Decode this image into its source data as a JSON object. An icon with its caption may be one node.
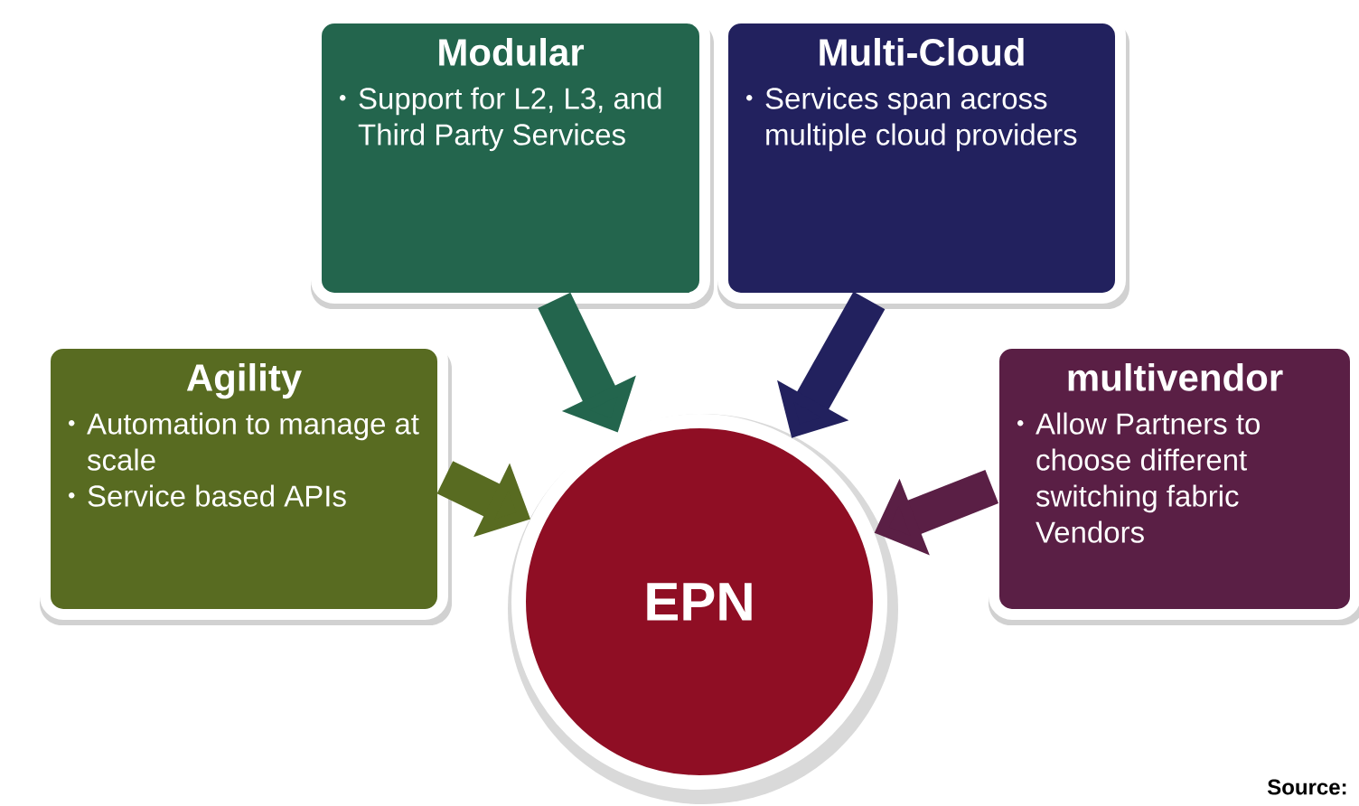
{
  "diagram": {
    "nodes": [
      {
        "text": [
          "Modular",
          "Support for L2, L3, and Third Party Services"
        ]
      },
      {
        "text": [
          "Multi-Cloud",
          "Services span across multiple cloud providers"
        ]
      },
      {
        "text": [
          "Agility",
          "Automation to manage at scale",
          "Service based APIs"
        ]
      },
      {
        "text": [
          "multivendor",
          "Allow Partners to choose different switching fabric Vendors"
        ]
      },
      {
        "text": [
          "EPN"
        ]
      }
    ],
    "edges": [
      {
        "from": 0,
        "to": 4,
        "arrow": "to",
        "color": "#23654d"
      },
      {
        "from": 1,
        "to": 4,
        "arrow": "to",
        "color": "#22215e"
      },
      {
        "from": 2,
        "to": 4,
        "arrow": "to",
        "color": "#586b21"
      },
      {
        "from": 3,
        "to": 4,
        "arrow": "to",
        "color": "#5a1f45"
      }
    ],
    "labels": [
      "Source:"
    ]
  }
}
